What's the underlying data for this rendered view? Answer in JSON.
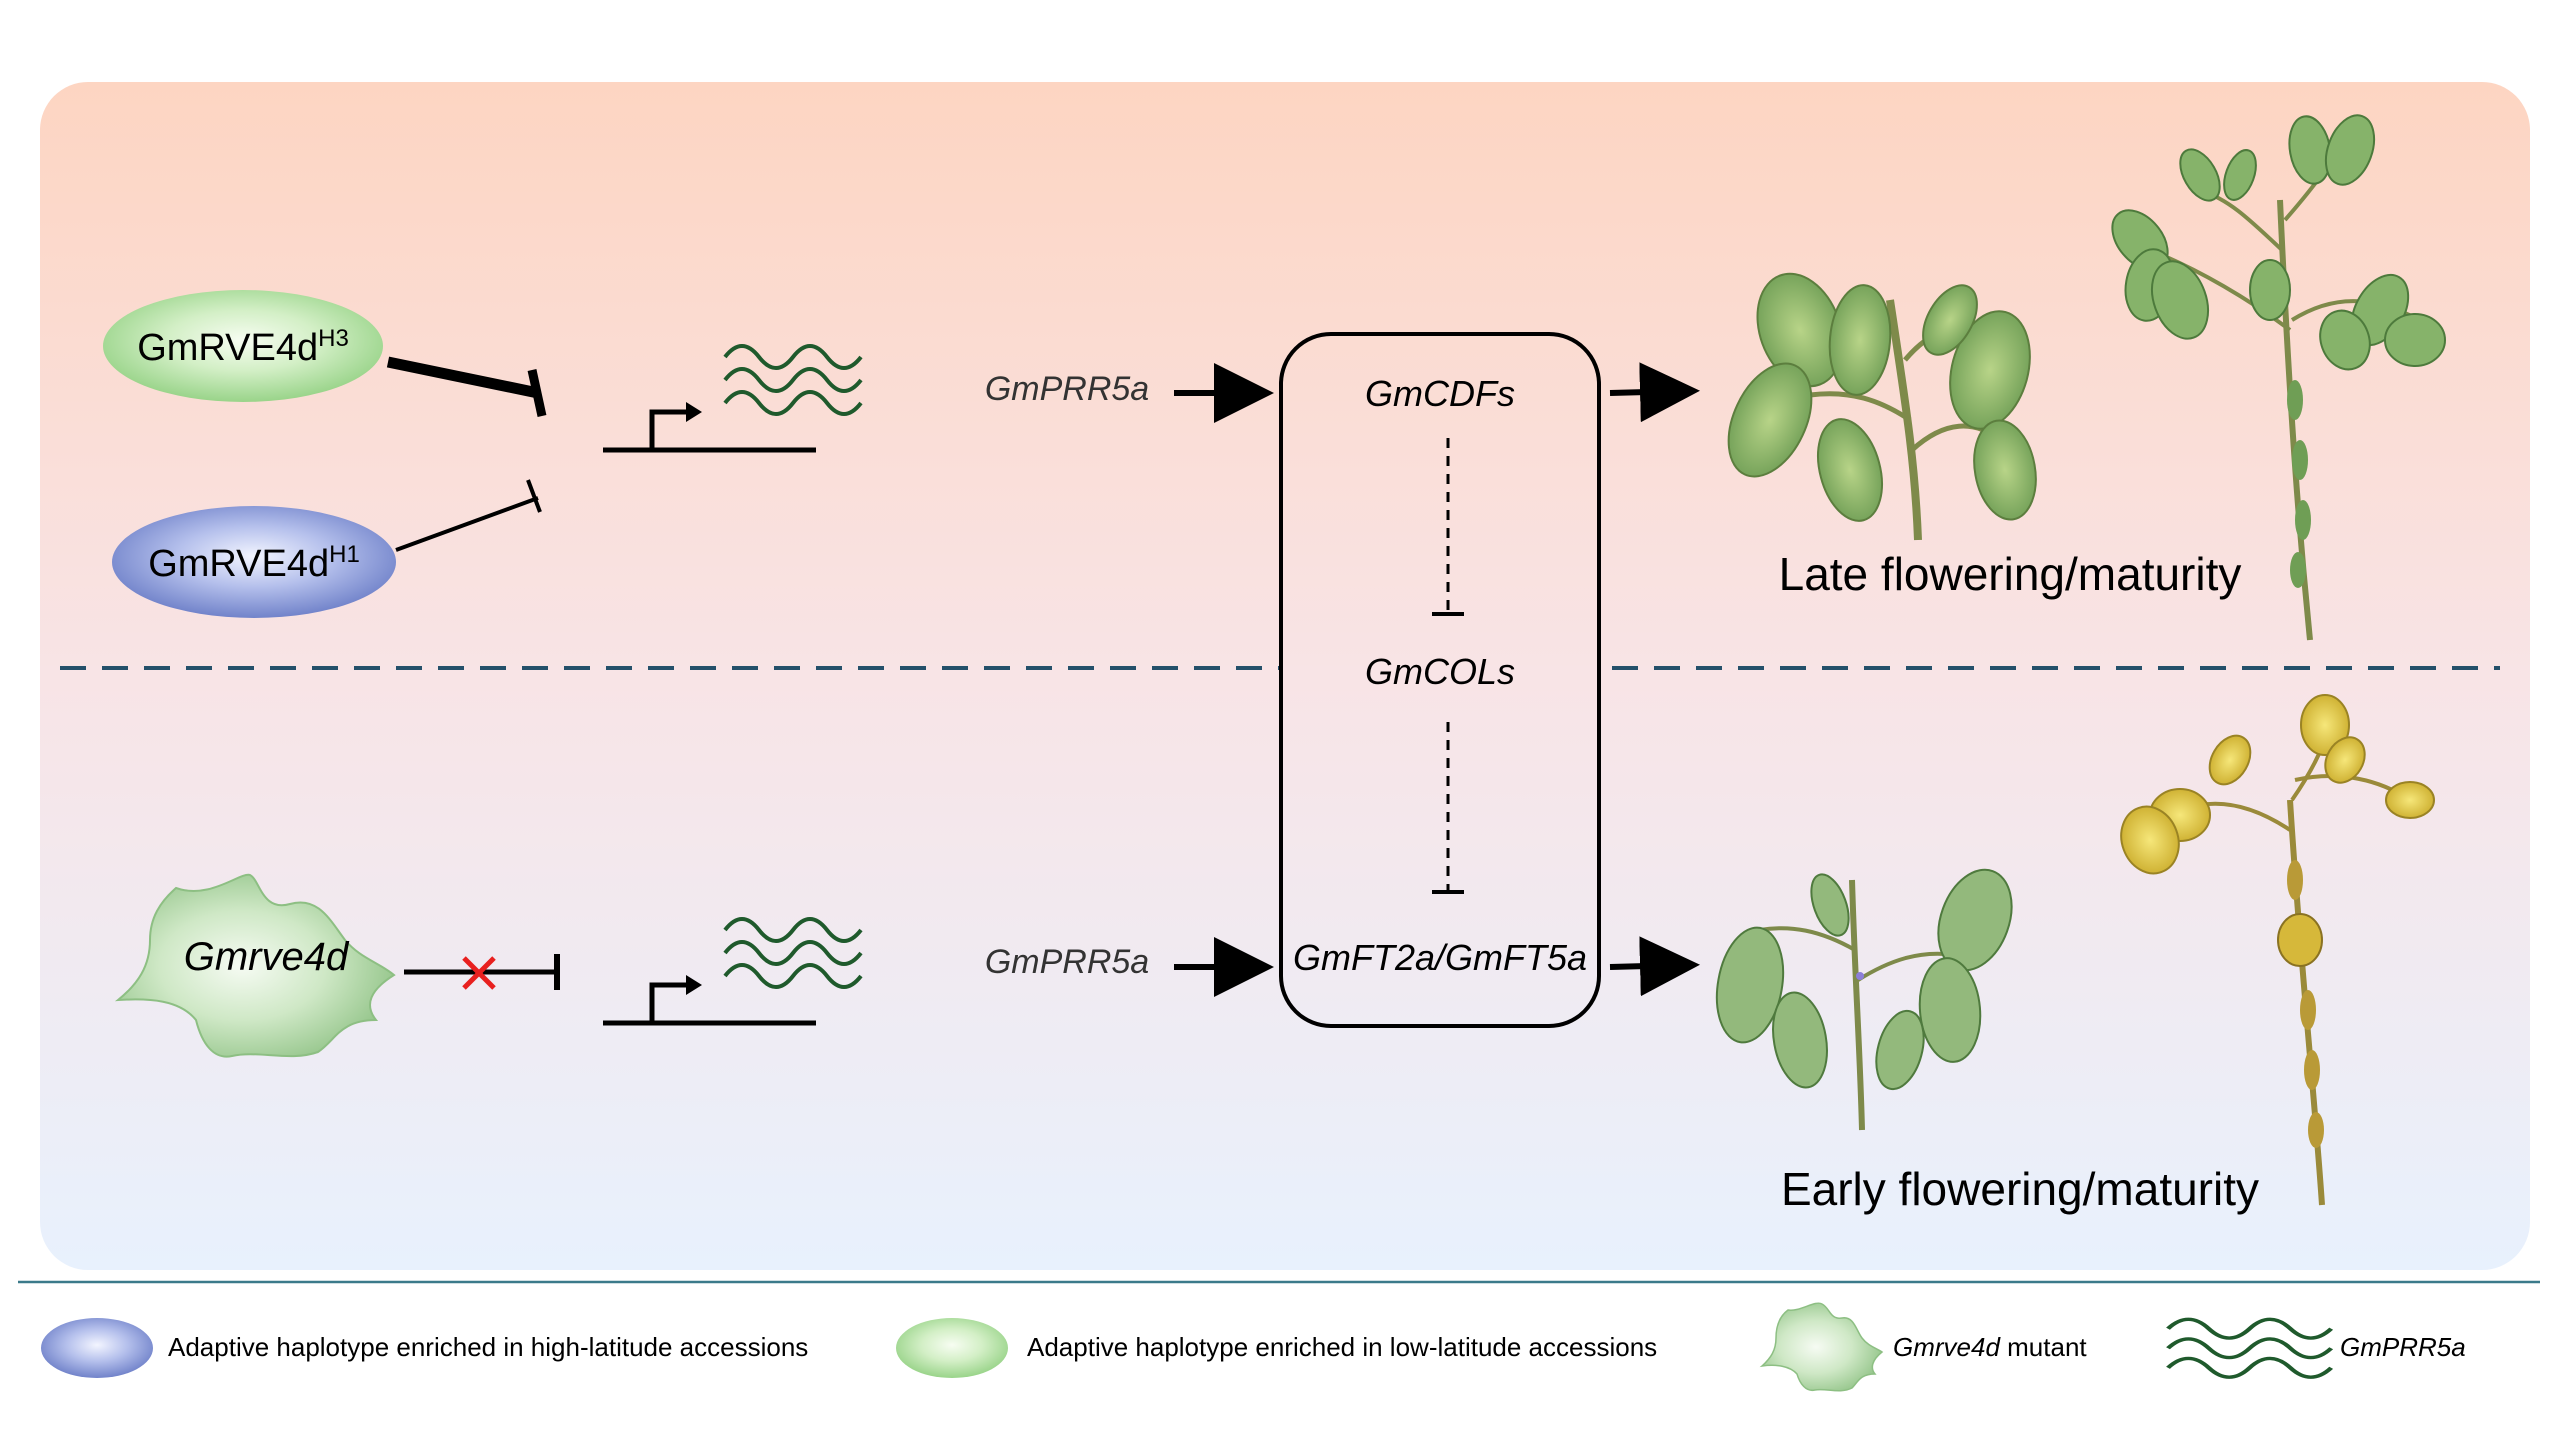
{
  "upper": {
    "haplotype_h3": {
      "base": "GmRVE4d",
      "sup": "H3"
    },
    "haplotype_h1": {
      "base": "GmRVE4d",
      "sup": "H1"
    },
    "gene": "GmPRR5a",
    "outcome": "Late flowering/maturity"
  },
  "lower": {
    "mutant": "Gmrve4d",
    "gene": "GmPRR5a",
    "outcome": "Early flowering/maturity"
  },
  "pathway": {
    "top": "GmCDFs",
    "middle": "GmCOLs",
    "bottom": "GmFT2a/GmFT5a"
  },
  "legend": {
    "blue": "Adaptive haplotype enriched in high-latitude accessions",
    "green": "Adaptive haplotype enriched in low-latitude accessions",
    "mutant_name": "Gmrve4d",
    "mutant_suffix": " mutant",
    "gene": "GmPRR5a"
  },
  "colors": {
    "panel_top": "#fdd6c3",
    "panel_bottom": "#e9f1fd",
    "green_haplotype": "#a9dc9c",
    "blue_haplotype": "#7f8fd0",
    "wave": "#1f5a2c",
    "divider": "#24506a",
    "inhibit_cross": "#e8201f"
  }
}
